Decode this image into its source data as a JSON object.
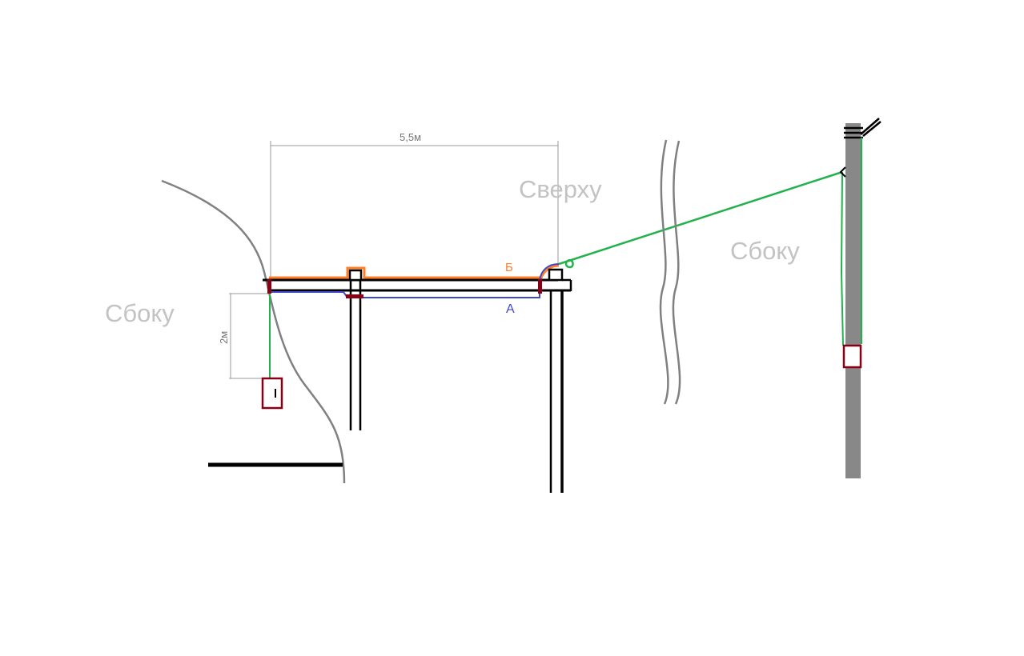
{
  "labels": {
    "side_left": "Сбоку",
    "top": "Сверху",
    "side_right": "Сбоку",
    "dim_width": "5,5м",
    "dim_height": "2м",
    "line_a": "А",
    "line_b": "Б"
  },
  "colors": {
    "structure": "#000000",
    "cable_green": "#22b14c",
    "line_a": "#3f48cc",
    "line_b": "#ff7f27",
    "box": "#880015",
    "pole": "#888888",
    "curve": "#808080",
    "text_gray": "#c3c3c3",
    "dimension": "#999999"
  }
}
